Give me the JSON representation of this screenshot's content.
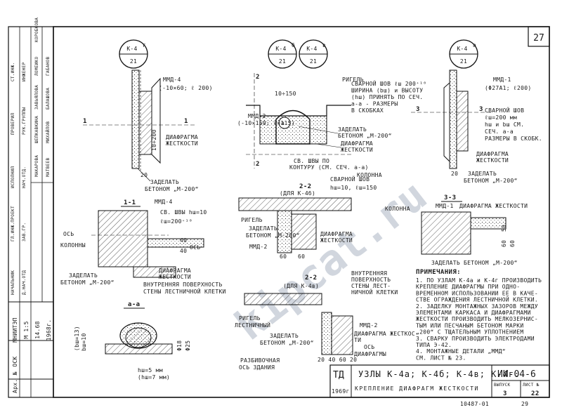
{
  "sheet_number": "27",
  "callouts": {
    "k4g": {
      "top": "К-4",
      "sup": "г",
      "bottom": "21"
    },
    "k4b": {
      "top": "К-4",
      "sup": "б",
      "bottom": "21"
    },
    "k4v": {
      "top": "К-4",
      "sup": "в",
      "bottom": "21"
    },
    "k4a": {
      "top": "К-4",
      "sup": "а",
      "bottom": "21"
    }
  },
  "left_stamp": {
    "org": "МНИИТЭП",
    "series": "ОСК",
    "arch": "Арх. №",
    "scale_label": "М 1:5",
    "date1": "14.68",
    "date2": "1968г.",
    "roles": [
      "НАЧАЛЬНИК",
      "Д.НАЧ.ОТД",
      "ГЛ.ИНЖ.ПРОЕКТ",
      "ЗАВ.ГР.",
      "ИСПОЛНИЛ",
      "НАЧ.ОТД.",
      "ПРОВЕРИЛ",
      "РУК.ГРУППЫ",
      "СТ.ИНЖ.",
      "ИНЖЕНЕР"
    ],
    "names": [
      "МАКАРОВА",
      "МАТВЕЕВ",
      "ШЕПКАВКИНА",
      "МИХАЙЛОВ",
      "ЗАВЬЯЛОВА",
      "БАЛАШОВА",
      "ЛОМЕИКО",
      "ГАБАНОВ",
      "КОРОБКОВА"
    ]
  },
  "labels": {
    "mmd4": "ММД-4",
    "mmd4_size": "(-10×60; ℓ 200)",
    "mmd2": "ММД-2",
    "mmd2_size": "(-10×150; ℓ=115)",
    "mmd1": "ММД-1",
    "mmd1_size": "(Φ27А1; ℓ200)",
    "rigel": "РИГЕЛЬ",
    "weld_note": [
      "СВАРНОЙ ШОВ ℓш 200⁺¹⁰",
      "ШИРИНА (bш) и ВЫСОТУ",
      "(hш) ПРИНЯТЬ ПО СЕЧ.",
      "а-а - РАЗМЕРЫ",
      "В СКОБКАХ"
    ],
    "dim_10_150": "10÷150",
    "dim_200": "200",
    "dim_10_200": "10÷200",
    "diaphragm": [
      "ДИАФРАГМА",
      "ЖЕСТКОСТИ"
    ],
    "seal": [
      "ЗАДЕЛАТЬ",
      "БЕТОНОМ „М-200“"
    ],
    "seal2": [
      "ЗАДЕЛАТЬ",
      "БЕТОНОМ „М-200“"
    ],
    "seal_mid": [
      "ЗАДЕЛАТЬ",
      "БЕТОНОМ „М-200“"
    ],
    "sv_seams": [
      "СВ. ШВЫ ПО",
      "КОНТУРУ (СМ. СЕЧ. а-а)"
    ],
    "kolonna": "КОЛОННА",
    "weld_right": [
      "СВАРНОЙ ШОВ",
      "ℓш=200 мм",
      "hш и bш СМ.",
      "СЕЧ. а-а",
      "РАЗМЕРЫ В СКОБК."
    ],
    "dim_20": "20",
    "dim_40": "40",
    "dim_60": "60",
    "dim_50": "50",
    "section_11": "1-1",
    "section_22a": "2-2",
    "section_22a_sub": "(ДЛЯ К-4б)",
    "section_22b": "2-2",
    "section_22b_sub": "(ДЛЯ К-4в)",
    "section_33": "3-3",
    "section_aa": "а-а",
    "mark_1": "1",
    "mark_2": "2",
    "mark_3": "3",
    "sv_shvy_11": [
      "СВ. ШВЫ hш=10",
      "ℓш=200⁺¹⁰"
    ],
    "os_kolonny": [
      "ОСЬ",
      "КОЛОННЫ"
    ],
    "os": "ОСЬ",
    "inner_surface": [
      "ВНУТРЕННЯЯ ПОВЕРХНОСТЬ",
      "СТЕНЫ ЛЕСТНИЧНОЙ КЛЕТКИ"
    ],
    "weld_22": [
      "СВАРНОЙ ШОВ",
      "hш=10, ℓш=150"
    ],
    "kolonna_33": "КОЛОННА",
    "mmd1_33": "ММД-1",
    "diaphragm_33": "ДИАФРАГМА ЖЕСТКОСТИ",
    "seal_33": "ЗАДЕЛАТЬ БЕТОНОМ „М-200“",
    "rigel_stair": [
      "РИГЕЛЬ",
      "ЛЕСТНИЧНЫЙ"
    ],
    "inner_surface_b": [
      "ВНУТРЕННЯЯ",
      "ПОВЕРХНОСТЬ",
      "СТЕНЫ ЛЕСТ-",
      "НИЧНОЙ КЛЕТКИ"
    ],
    "mmd2_b": "ММД-2",
    "diaphragm_b": [
      "ДИАФРАГМА ЖЕСТКОС-",
      "ТИ"
    ],
    "os_b": "ОСЬ",
    "diaphragm_c": "ДИАФРАГМЫ",
    "razbivochnaya": [
      "РАЗБИВОЧНАЯ",
      "ОСЬ ЗДАНИЯ"
    ],
    "dims_row": "20 40 60 20",
    "aa_dims": [
      "(bш=13)",
      "bш=10",
      "(hш=7 мм)",
      "hш=5 мм",
      "Φ18",
      "Φ25"
    ]
  },
  "notes": {
    "heading": "ПРИМЕЧАНИЯ:",
    "lines": [
      "1. ПО УЗЛАМ К-4а и К-4г ПРОИЗВОДИТЬ",
      "   КРЕПЛЕНИЕ ДИАФРАГМЫ ПРИ ОДНО-",
      "   ВРЕМЕННОМ ИСПОЛЬЗОВАНИИ ЕЕ В КАЧЕ-",
      "   СТВЕ ОГРАЖДЕНИЯ ЛЕСТНИЧНОЙ КЛЕТКИ.",
      "2. ЗАДЕЛКУ МОНТАЖНЫХ ЗАЗОРОВ МЕЖДУ",
      "   ЭЛЕМЕНТАМИ КАРКАСА И ДИАФРАГМАМИ",
      "   ЖЕСТКОСТИ ПРОИЗВОДИТЬ МЕЛКОЗЕРНИС-",
      "   ТЫМ ИЛИ ПЕСЧАНЫМ БЕТОНОМ МАРКИ",
      "   „200“ С ТЩАТЕЛЬНЫМ УПЛОТНЕНИЕМ",
      "3. СВАРКУ ПРОИЗВОДИТЬ ЭЛЕКТРОДАМИ",
      "   ТИПА Э-42.",
      "4. МОНТАЖНЫЕ ДЕТАЛИ „ММД“",
      "   СМ. ЛИСТ № 23."
    ]
  },
  "title_block": {
    "td": "ТД",
    "year": "1969г.",
    "line1": "УЗЛЫ  К-4а; К-4б; К-4в; К-4г.",
    "line2": "КРЕПЛЕНИЕ  ДИАФРАГМ  ЖЕСТКОСТИ",
    "code": "ИИ-04-6",
    "vyp_label": "ВЫПУСК",
    "list_label": "ЛИСТ №",
    "vyp": "3",
    "list": "22",
    "inv": "10487-01",
    "page": "29"
  },
  "watermark": "kipcat.ru"
}
